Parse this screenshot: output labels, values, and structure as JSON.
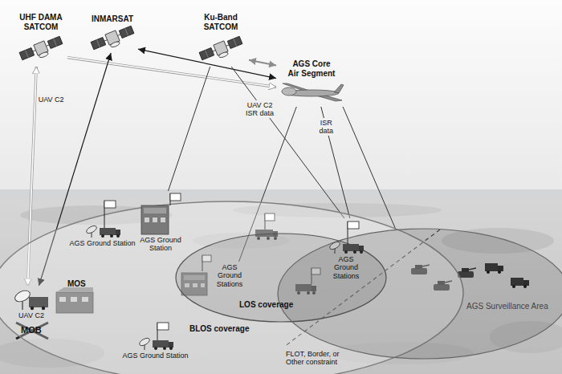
{
  "diagram": {
    "nodes": [
      {
        "text": [
          "UHF DAMA SATCOM"
        ]
      },
      {
        "text": [
          "INMARSAT"
        ]
      },
      {
        "text": [
          "Ku-Band SATCOM"
        ]
      },
      {
        "text": [
          "AGS Core Air Segment"
        ]
      },
      {
        "text": [
          "BLOS coverage"
        ]
      },
      {
        "text": [
          "LOS coverage"
        ],
        "in": 4
      },
      {
        "text": [
          "AGS Surveillance Area"
        ]
      },
      {
        "text": [
          "AGS Ground Station"
        ],
        "in": 4
      },
      {
        "text": [
          "AGS Ground Station"
        ],
        "in": 4
      },
      {
        "text": [
          "AGS Ground Stations"
        ],
        "in": 5
      },
      {
        "text": [
          "AGS Ground Stations"
        ],
        "in": 5
      },
      {
        "text": [
          "UAV C2"
        ],
        "in": 4
      },
      {
        "text": [
          "AGS Ground Station"
        ],
        "in": 4
      }
    ],
    "edges": [
      {
        "from": 0,
        "to": 3,
        "arrow": "to"
      },
      {
        "from": 1,
        "to": 3,
        "arrow": "both"
      },
      {
        "from": 2,
        "to": 3,
        "arrow": "both"
      },
      {
        "from": 0,
        "to": 11,
        "label": "UAV C2",
        "arrow": "both"
      },
      {
        "from": 1,
        "to": 11,
        "arrow": "both"
      },
      {
        "from": 2,
        "to": 8,
        "arrow": "none"
      },
      {
        "from": 2,
        "to": 10,
        "label": "UAV C2 ISR data",
        "arrow": "none"
      },
      {
        "from": 3,
        "to": 10,
        "label": "ISR data",
        "arrow": "none"
      },
      {
        "from": 3,
        "to": 9,
        "arrow": "none"
      },
      {
        "from": 3,
        "to": 6,
        "arrow": "none"
      }
    ],
    "labels": [
      "MOS",
      "MOB",
      "FLOT, Border, or Other constraint"
    ]
  }
}
